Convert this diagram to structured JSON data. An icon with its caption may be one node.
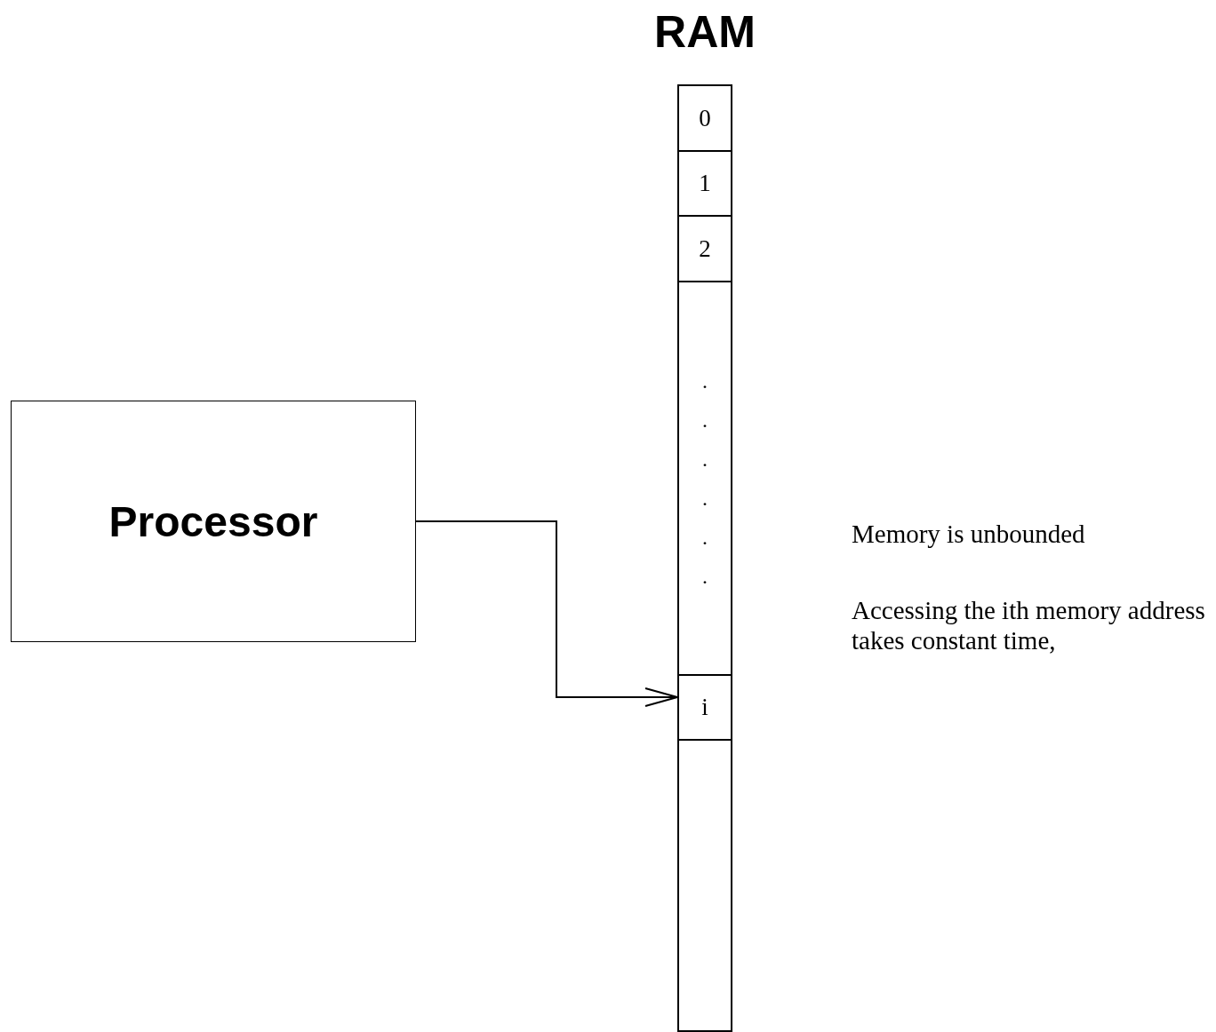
{
  "diagram": {
    "nodes": [
      {
        "text": [
          "RAM"
        ]
      },
      {
        "text": [
          "0"
        ],
        "in": 0
      },
      {
        "text": [
          "1"
        ],
        "in": 0
      },
      {
        "text": [
          "2"
        ],
        "in": 0
      },
      {
        "text": [
          ". . . . . ."
        ],
        "in": 0
      },
      {
        "text": [
          "i"
        ],
        "in": 0
      },
      {
        "text": [],
        "shape": "box",
        "in": 0
      },
      {
        "text": [
          "Processor"
        ]
      }
    ],
    "edges": [
      {
        "from": 7,
        "to": 5,
        "arrow": "to"
      }
    ],
    "labels": [
      "Memory is unbounded",
      "Accessing the ith memory address takes constant time,"
    ]
  }
}
